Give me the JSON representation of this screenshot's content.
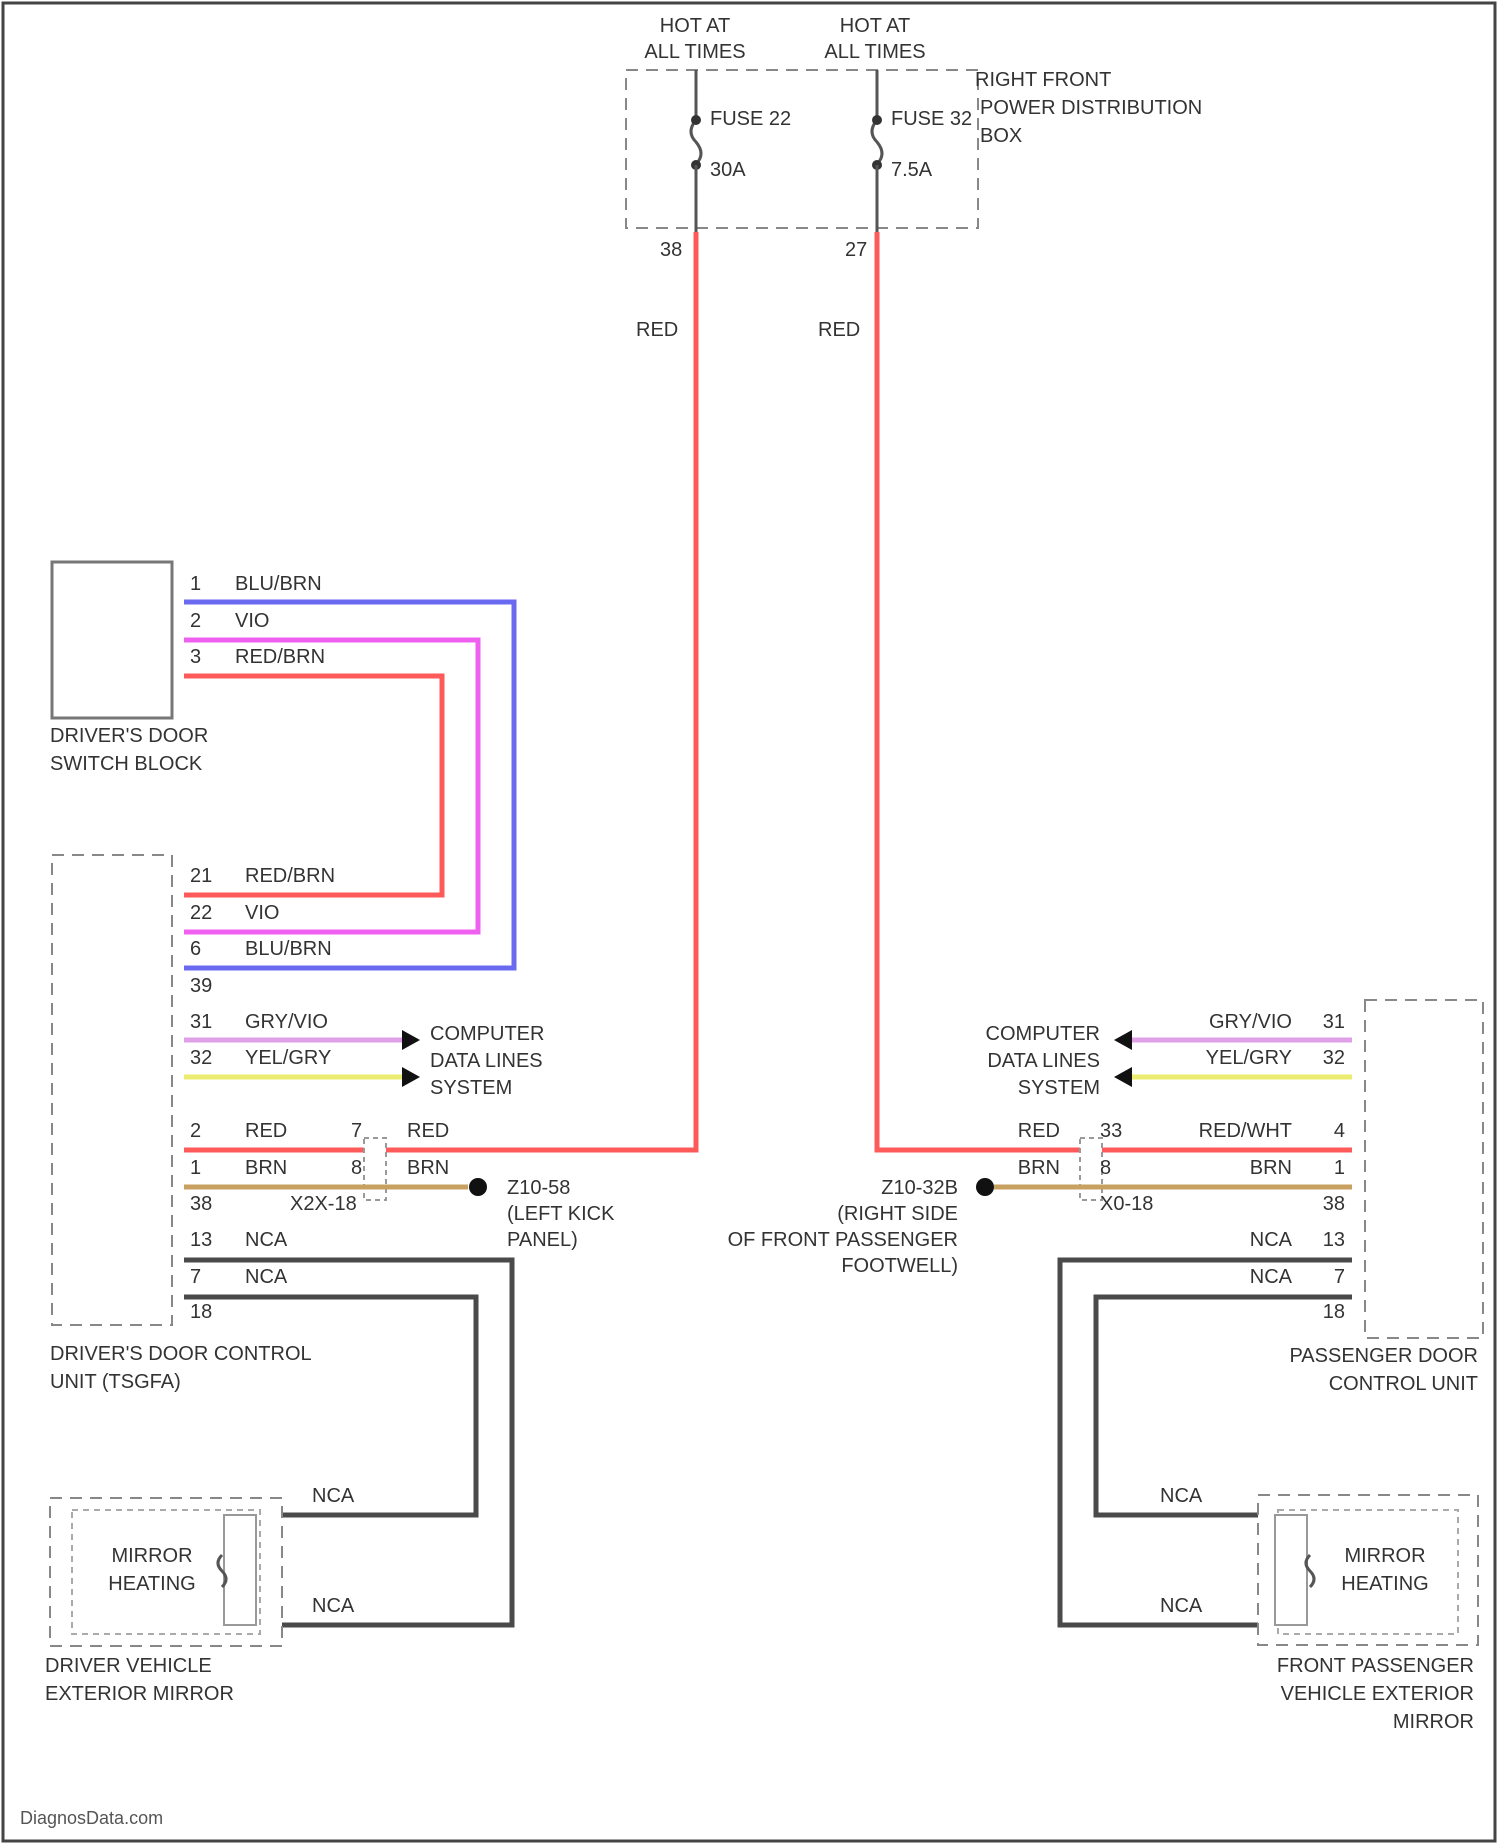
{
  "power": {
    "hot_left": [
      "HOT AT",
      "ALL TIMES"
    ],
    "hot_right": [
      "HOT AT",
      "ALL TIMES"
    ],
    "box_label": [
      "RIGHT FRONT",
      "POWER DISTRIBUTION",
      "BOX"
    ],
    "fuse1_name": "FUSE 22",
    "fuse1_rating": "30A",
    "fuse2_name": "FUSE 32",
    "fuse2_rating": "7.5A",
    "pin_left": "38",
    "pin_right": "27",
    "wire_left": "RED",
    "wire_right": "RED"
  },
  "switch_block": {
    "label": [
      "DRIVER'S DOOR",
      "SWITCH BLOCK"
    ],
    "pins": [
      "1",
      "2",
      "3"
    ],
    "wires": [
      "BLU/BRN",
      "VIO",
      "RED/BRN"
    ]
  },
  "driver_control": {
    "label": [
      "DRIVER'S DOOR CONTROL",
      "UNIT (TSGFA)"
    ],
    "pin_rows": [
      {
        "pin": "21",
        "wire": "RED/BRN"
      },
      {
        "pin": "22",
        "wire": "VIO"
      },
      {
        "pin": "6",
        "wire": "BLU/BRN"
      },
      {
        "pin": "39",
        "wire": ""
      },
      {
        "pin": "31",
        "wire": "GRY/VIO"
      },
      {
        "pin": "32",
        "wire": "YEL/GRY"
      },
      {
        "pin": "2",
        "wire": "RED"
      },
      {
        "pin": "1",
        "wire": "BRN"
      },
      {
        "pin": "38",
        "wire": ""
      },
      {
        "pin": "13",
        "wire": "NCA"
      },
      {
        "pin": "7",
        "wire": "NCA"
      },
      {
        "pin": "18",
        "wire": ""
      }
    ],
    "inline_connector": "X2X-18",
    "conn_pin_red": "7",
    "conn_pin_brn": "8",
    "red_after": "RED",
    "brn_after": "BRN"
  },
  "computer_left": [
    "COMPUTER",
    "DATA LINES",
    "SYSTEM"
  ],
  "computer_right": [
    "COMPUTER",
    "DATA LINES",
    "SYSTEM"
  ],
  "ground_left": [
    "Z10-58",
    "(LEFT KICK",
    "PANEL)"
  ],
  "ground_right": [
    "Z10-32B",
    "(RIGHT SIDE",
    "OF FRONT PASSENGER",
    "FOOTWELL)"
  ],
  "passenger_control": {
    "label": [
      "PASSENGER DOOR",
      "CONTROL UNIT"
    ],
    "pin_rows": [
      {
        "pin": "31",
        "wire": "GRY/VIO"
      },
      {
        "pin": "32",
        "wire": "YEL/GRY"
      },
      {
        "pin": "4",
        "wire": "RED/WHT"
      },
      {
        "pin": "1",
        "wire": "BRN"
      },
      {
        "pin": "38",
        "wire": ""
      },
      {
        "pin": "13",
        "wire": "NCA"
      },
      {
        "pin": "7",
        "wire": "NCA"
      },
      {
        "pin": "18",
        "wire": ""
      }
    ],
    "inline_connector": "X0-18",
    "conn_pin_red": "33",
    "conn_pin_brn": "8",
    "red_before": "RED",
    "brn_before": "BRN"
  },
  "mirror_left": {
    "heater": [
      "MIRROR",
      "HEATING"
    ],
    "label": [
      "DRIVER VEHICLE",
      "EXTERIOR MIRROR"
    ],
    "wire_top": "NCA",
    "wire_bottom": "NCA"
  },
  "mirror_right": {
    "heater": [
      "MIRROR",
      "HEATING"
    ],
    "label": [
      "FRONT PASSENGER",
      "VEHICLE EXTERIOR",
      "MIRROR"
    ],
    "wire_top": "NCA",
    "wire_bottom": "NCA"
  },
  "watermark": "DiagnosData.com",
  "colors": {
    "red": "#ff5a5a",
    "violet": "#f060f0",
    "blue": "#6a6af0",
    "gray_violet": "#e0a0e8",
    "yellow_gray": "#ecec70",
    "brown": "#c8a060",
    "dark": "#4a4a4a"
  }
}
